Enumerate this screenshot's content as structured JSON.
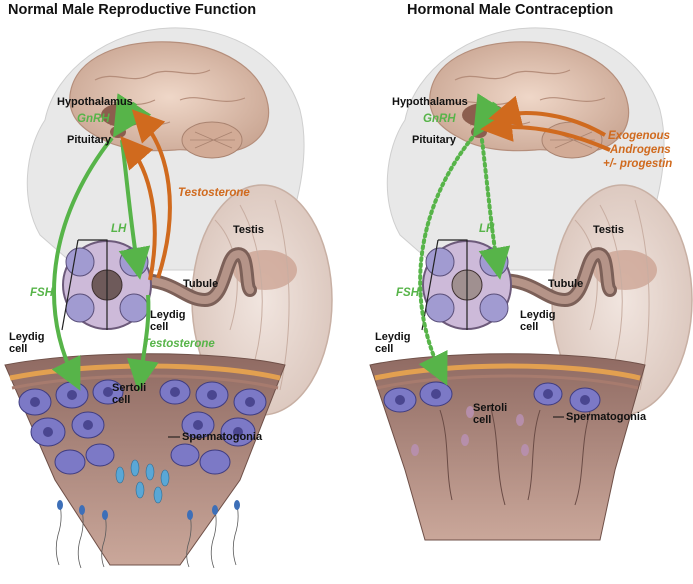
{
  "panels": [
    {
      "title": "Normal Male Reproductive Function",
      "labels": {
        "hypothalamus": "Hypothalamus",
        "gnrh": "GnRH",
        "pituitary": "Pituitary",
        "testosterone_top": "Testosterone",
        "testis": "Testis",
        "lh": "LH",
        "tubule": "Tubule",
        "fsh": "FSH",
        "leydig_cell_small_1": "Leydig",
        "leydig_cell_small_2": "cell",
        "testosterone_bottom": "Testosterone",
        "leydig_cell_1": "Leydig",
        "leydig_cell_2": "cell",
        "sertoli_cell_1": "Sertoli",
        "sertoli_cell_2": "cell",
        "spermatogonia": "Spermatogonia"
      }
    },
    {
      "title": "Hormonal Male Contraception",
      "labels": {
        "hypothalamus": "Hypothalamus",
        "gnrh": "GnRH",
        "pituitary": "Pituitary",
        "exogenous_1": "Exogenous",
        "exogenous_2": "Androgens",
        "exogenous_3": "+/- progestin",
        "testis": "Testis",
        "lh": "LH",
        "tubule": "Tubule",
        "fsh": "FSH",
        "leydig_cell_small_1": "Leydig",
        "leydig_cell_small_2": "cell",
        "leydig_cell_1": "Leydig",
        "leydig_cell_2": "cell",
        "sertoli_cell_1": "Sertoli",
        "sertoli_cell_2": "cell",
        "spermatogonia": "Spermatogonia"
      }
    }
  ],
  "colors": {
    "hormone_green": "#57b449",
    "hormone_orange": "#d06a1e",
    "brain": "#d9b9a6",
    "head_skin": "#e6e6e6",
    "tissue": "#8a6f68",
    "cell": "#7c79c6"
  }
}
